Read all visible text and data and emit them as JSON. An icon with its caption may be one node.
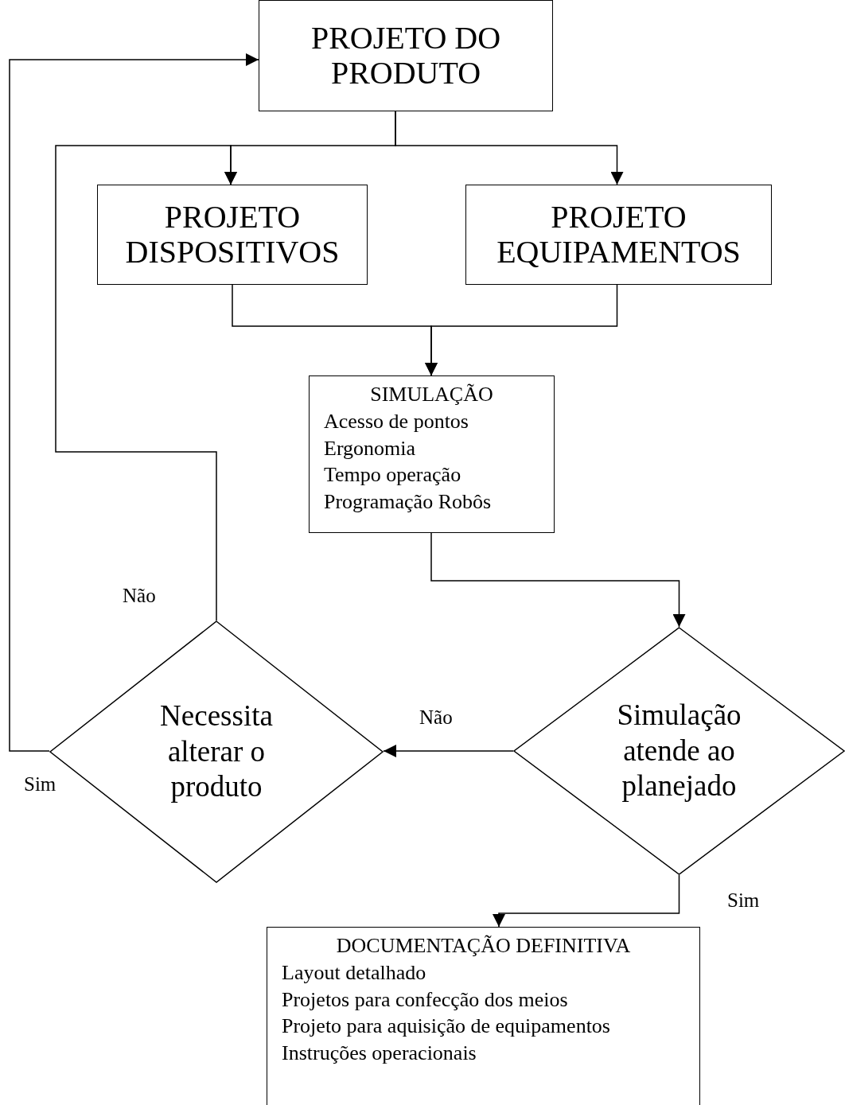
{
  "diagram": {
    "nodes": [
      {
        "text": [
          "PROJETO DO PRODUTO"
        ]
      },
      {
        "text": [
          "PROJETO DISPOSITIVOS"
        ]
      },
      {
        "text": [
          "PROJETO EQUIPAMENTOS"
        ]
      },
      {
        "text": [
          "SIMULAÇÃO",
          "Acesso de pontos",
          "Ergonomia",
          "Tempo operação",
          "Programação Robôs"
        ]
      },
      {
        "text": [
          "Necessita alterar o produto"
        ]
      },
      {
        "text": [
          "Simulação atende ao planejado"
        ]
      },
      {
        "text": [
          "DOCUMENTAÇÃO DEFINITIVA",
          "Layout detalhado",
          "Projetos para confecção dos meios",
          "Projeto para aquisição de equipamentos",
          "Instruções operacionais"
        ]
      }
    ],
    "edges": [
      {
        "from": 0,
        "to": 1,
        "arrow": "to"
      },
      {
        "from": 0,
        "to": 2,
        "arrow": "to"
      },
      {
        "from": 4,
        "to": 1,
        "arrow": "to",
        "label": "Não"
      },
      {
        "from": 1,
        "to": 3,
        "arrow": "to"
      },
      {
        "from": 2,
        "to": 3,
        "arrow": "to"
      },
      {
        "from": 3,
        "to": 5,
        "arrow": "to"
      },
      {
        "from": 5,
        "to": 4,
        "arrow": "to",
        "label": "Não"
      },
      {
        "from": 4,
        "to": 0,
        "arrow": "to",
        "label": "Sim"
      },
      {
        "from": 5,
        "to": 6,
        "arrow": "to",
        "label": "Sim"
      }
    ]
  }
}
